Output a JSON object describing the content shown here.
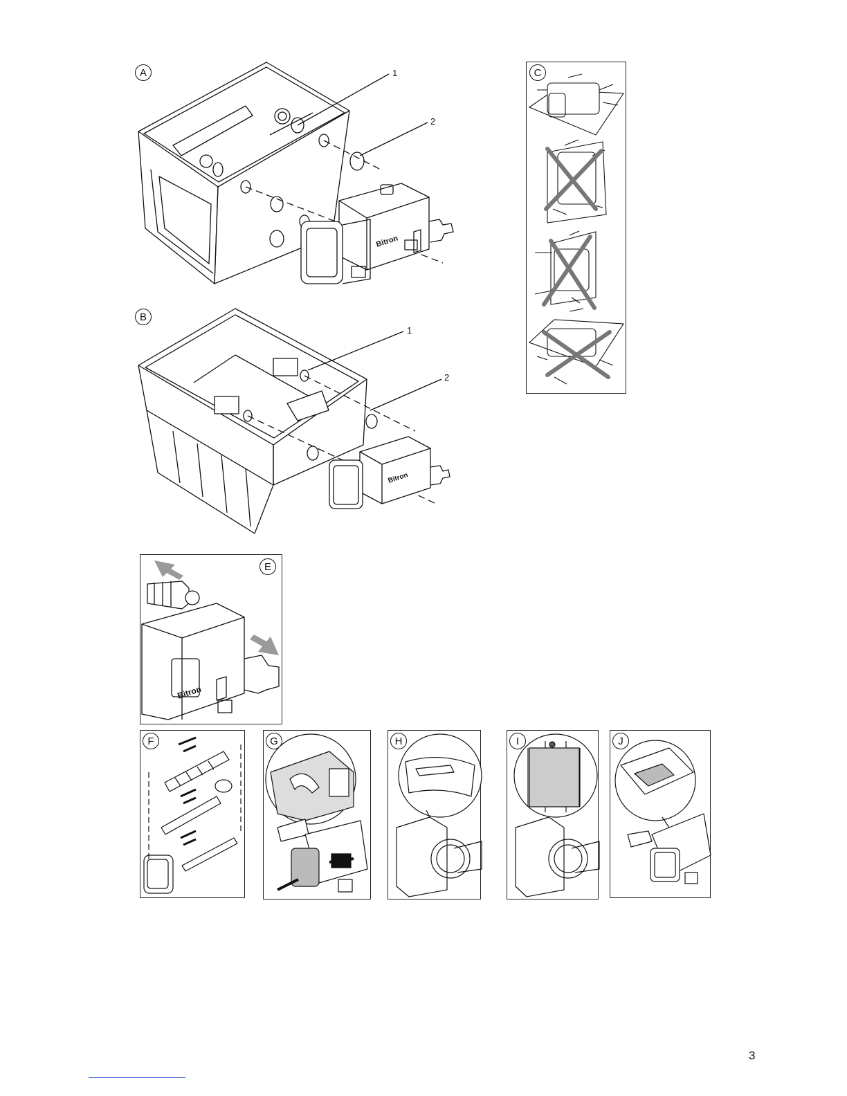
{
  "figures": {
    "A": {
      "label": "A",
      "callouts": [
        "1",
        "2"
      ],
      "brand": "Bitron"
    },
    "B": {
      "label": "B",
      "callouts": [
        "1",
        "2"
      ],
      "brand": "Bitron"
    },
    "C": {
      "label": "C"
    },
    "E": {
      "label": "E",
      "brand": "Bitron"
    },
    "F": {
      "label": "F"
    },
    "G": {
      "label": "G"
    },
    "H": {
      "label": "H"
    },
    "I": {
      "label": "I"
    },
    "J": {
      "label": "J"
    }
  },
  "page": {
    "number": "3"
  },
  "colors": {
    "line": "#111111",
    "cross": "#777777",
    "arrow_gray": "#9a9a9a"
  }
}
